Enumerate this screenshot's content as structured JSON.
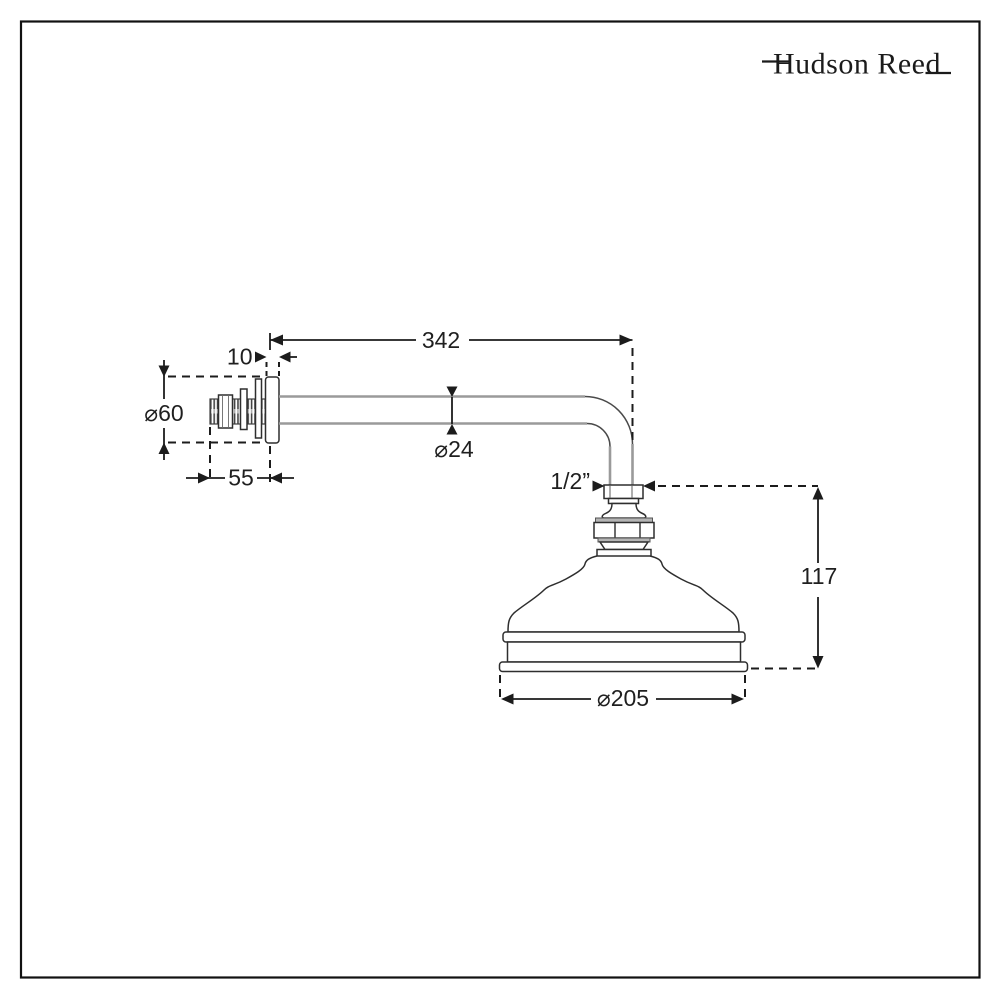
{
  "brand": {
    "name": "Hudson Reed"
  },
  "dimensions": {
    "arm_length": "342",
    "wall_plate_thickness": "10",
    "wall_flange_diameter": "⌀60",
    "wall_stem_length": "55",
    "arm_diameter": "⌀24",
    "head_connection": "1/2”",
    "head_height": "117",
    "head_diameter": "⌀205"
  },
  "colors": {
    "outline": "#1c1c1c",
    "pipe_gray": "#9a9a9a",
    "metal_shading": "#b4b4b4",
    "background": "#ffffff"
  }
}
